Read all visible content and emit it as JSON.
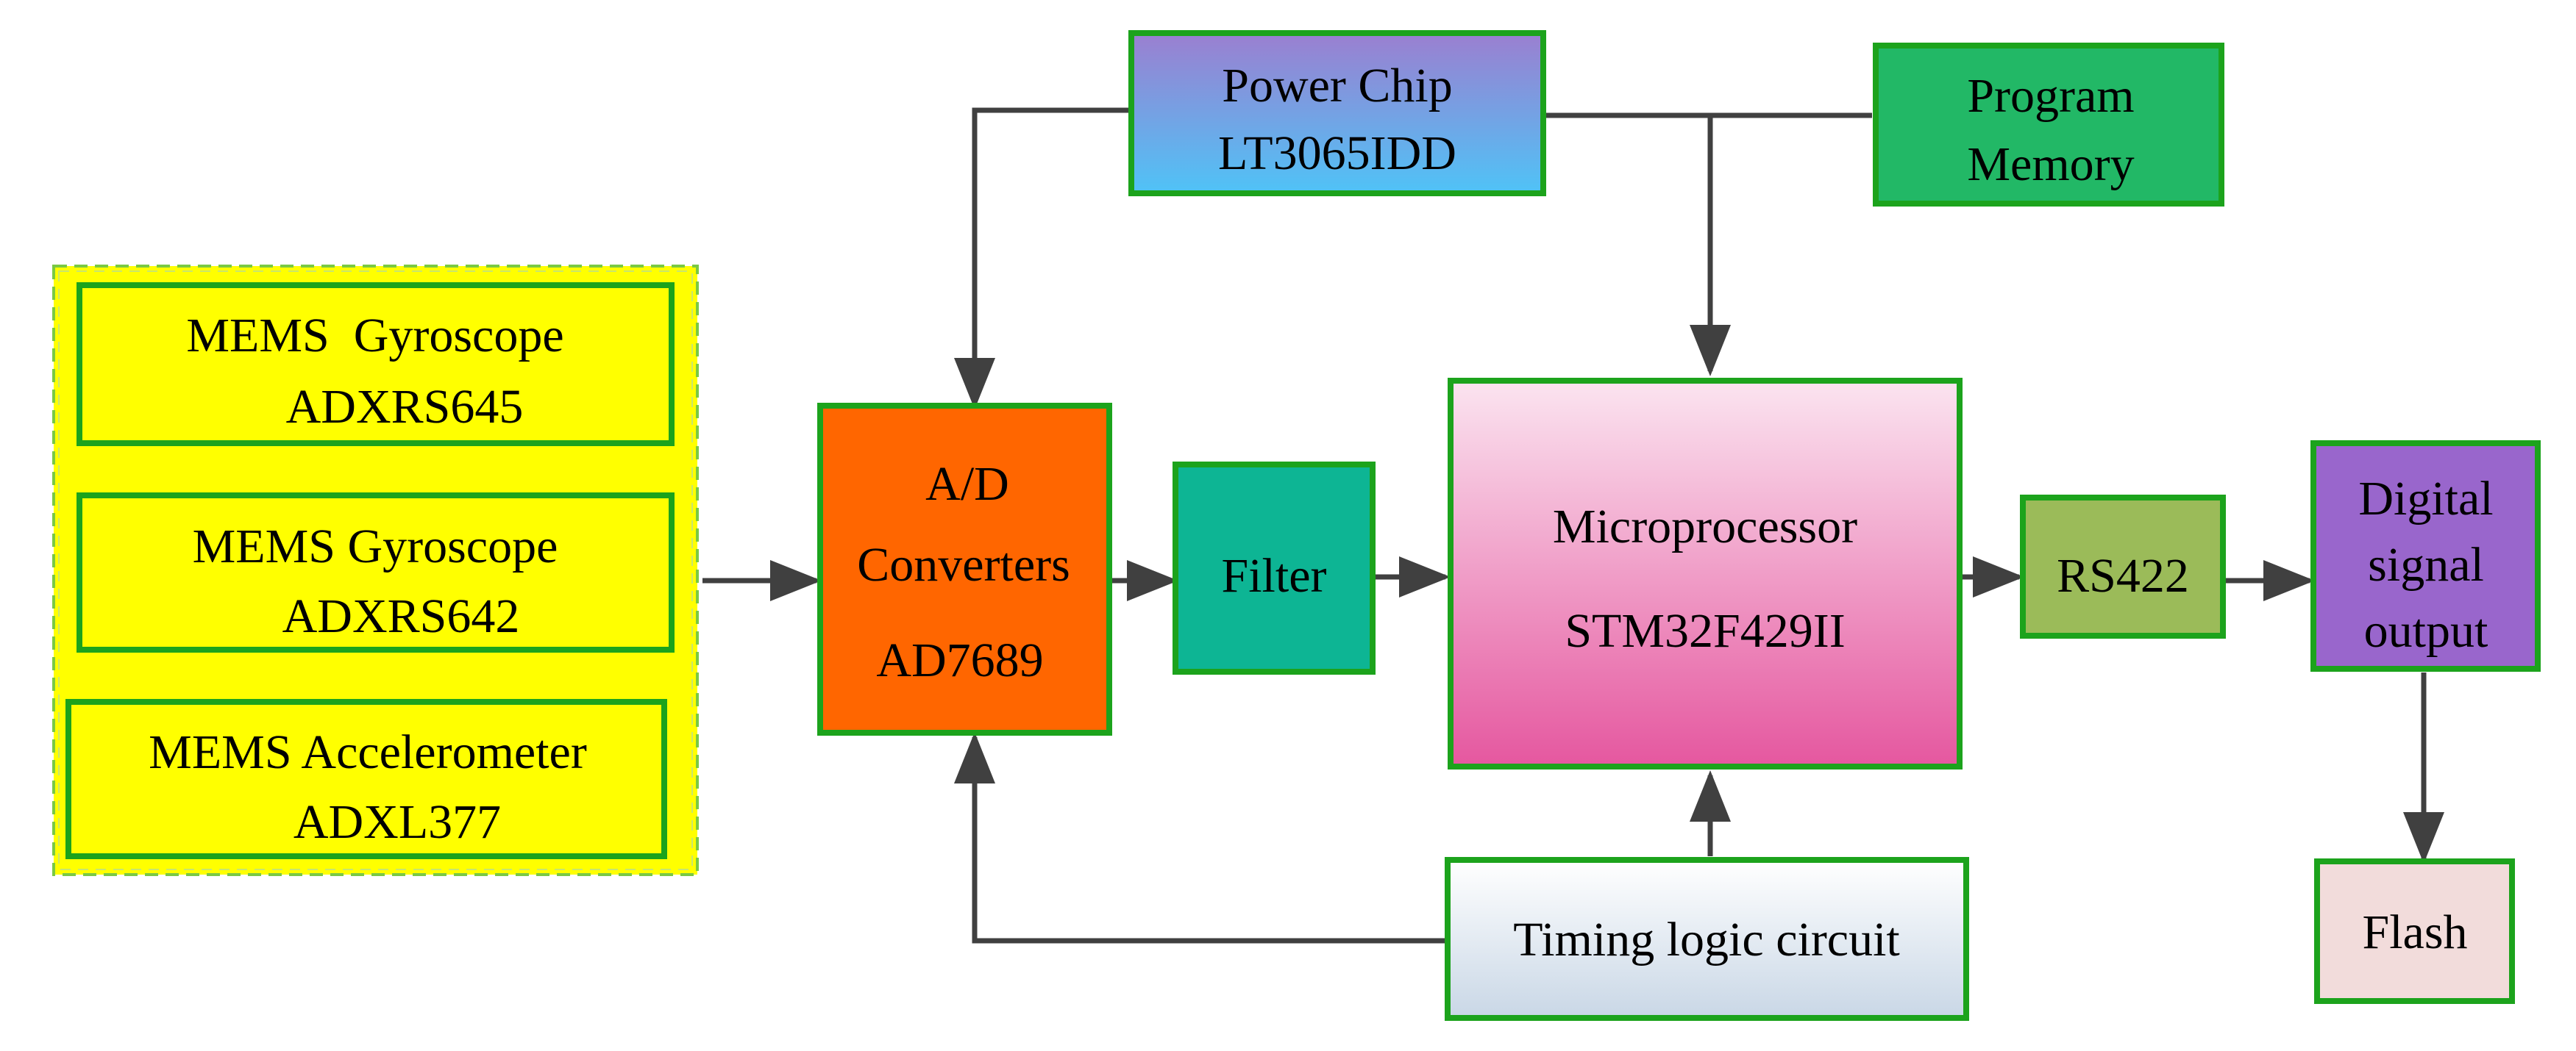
{
  "sensors": {
    "gyro1_line1": "MEMS  Gyroscope",
    "gyro1_line2": "ADXRS645",
    "gyro2_line1": "MEMS Gyroscope",
    "gyro2_line2": "ADXRS642",
    "accel_line1": "MEMS Accelerometer",
    "accel_line2": "ADXL377"
  },
  "adc": {
    "line1": "A/D",
    "line2": "Converters",
    "line3": "AD7689"
  },
  "power": {
    "line1": "Power Chip",
    "line2": "LT3065IDD"
  },
  "program_memory": {
    "line1": "Program",
    "line2": "Memory"
  },
  "filter": {
    "label": "Filter"
  },
  "microprocessor": {
    "line1": "Microprocessor",
    "line2": "STM32F429II"
  },
  "rs422": {
    "label": "RS422"
  },
  "digital_output": {
    "line1": "Digital",
    "line2": "signal",
    "line3": "output"
  },
  "timing": {
    "label": "Timing logic circuit"
  },
  "flash": {
    "label": "Flash"
  },
  "colors": {
    "box_border": "#1ca31c",
    "sensor_fill": "#ffff00",
    "adc_fill": "#ff6600",
    "filter_fill": "#0db594",
    "program_memory_fill": "#22b866",
    "rs422_fill": "#9bbb59",
    "digital_output_fill": "#9966cc",
    "flash_fill": "#f2dcdb",
    "arrow": "#404040"
  }
}
